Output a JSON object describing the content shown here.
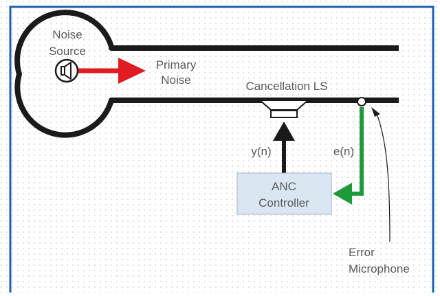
{
  "labels": {
    "noise_source": [
      "Noise",
      "Source"
    ],
    "primary_noise": [
      "Primary",
      "Noise"
    ],
    "cancellation_ls": "Cancellation LS",
    "y_n": "y(n)",
    "e_n": "e(n)",
    "anc_controller": [
      "ANC",
      "Controller"
    ],
    "error_microphone": [
      "Error",
      "Microphone"
    ]
  },
  "colors": {
    "border_blue": "#1f5fb0",
    "duct": "#1a1a1a",
    "primary_noise_arrow": "#e01b22",
    "error_signal": "#1f9a3a",
    "control_signal": "#1a1a1a",
    "controller_fill": "#dbe6f3",
    "controller_stroke": "#9fb3cc",
    "dot_grid": "#c9c9c9",
    "text": "#5a5a5a"
  },
  "icons": {
    "noise_source": "speaker-icon",
    "loudspeaker": "cancellation-loudspeaker-icon",
    "microphone": "error-microphone-icon"
  }
}
